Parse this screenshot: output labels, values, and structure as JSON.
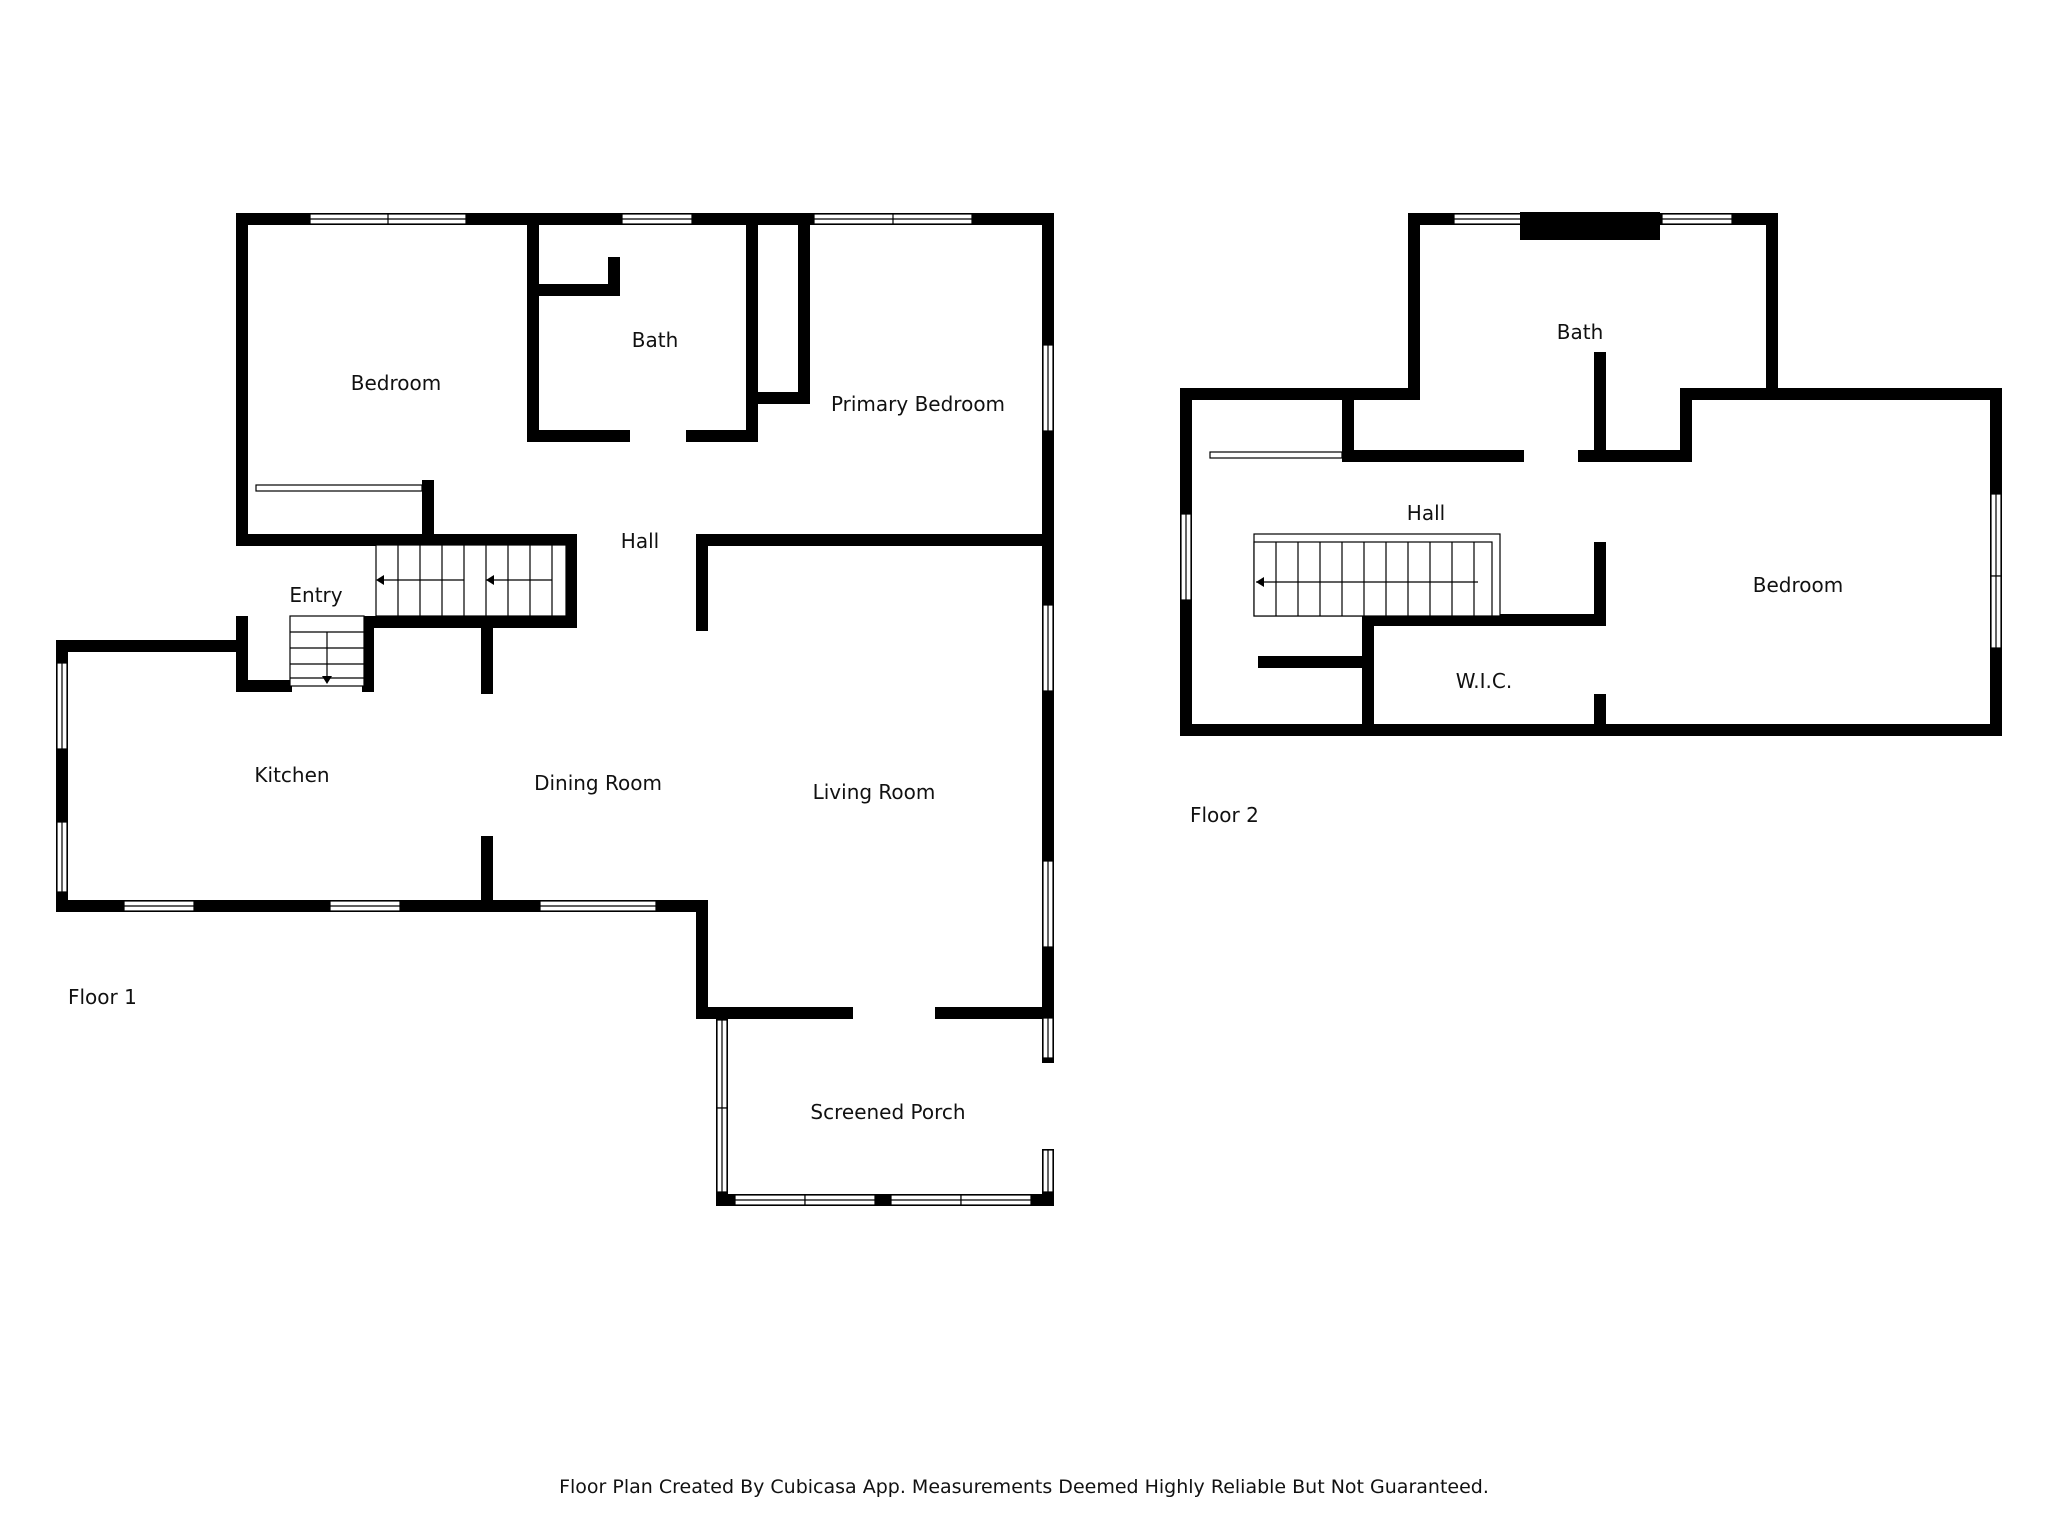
{
  "floor1": {
    "label": "Floor 1",
    "rooms": {
      "bedroom": "Bedroom",
      "bath": "Bath",
      "primary_bedroom": "Primary Bedroom",
      "hall": "Hall",
      "entry": "Entry",
      "kitchen": "Kitchen",
      "dining_room": "Dining Room",
      "living_room": "Living Room",
      "screened_porch": "Screened Porch"
    }
  },
  "floor2": {
    "label": "Floor 2",
    "rooms": {
      "bath": "Bath",
      "hall": "Hall",
      "bedroom": "Bedroom",
      "wic": "W.I.C."
    }
  },
  "footer": "Floor Plan Created By Cubicasa App. Measurements Deemed Highly Reliable But Not Guaranteed.",
  "colors": {
    "wall": "#000000",
    "window": "#ffffff",
    "background": "#ffffff"
  }
}
